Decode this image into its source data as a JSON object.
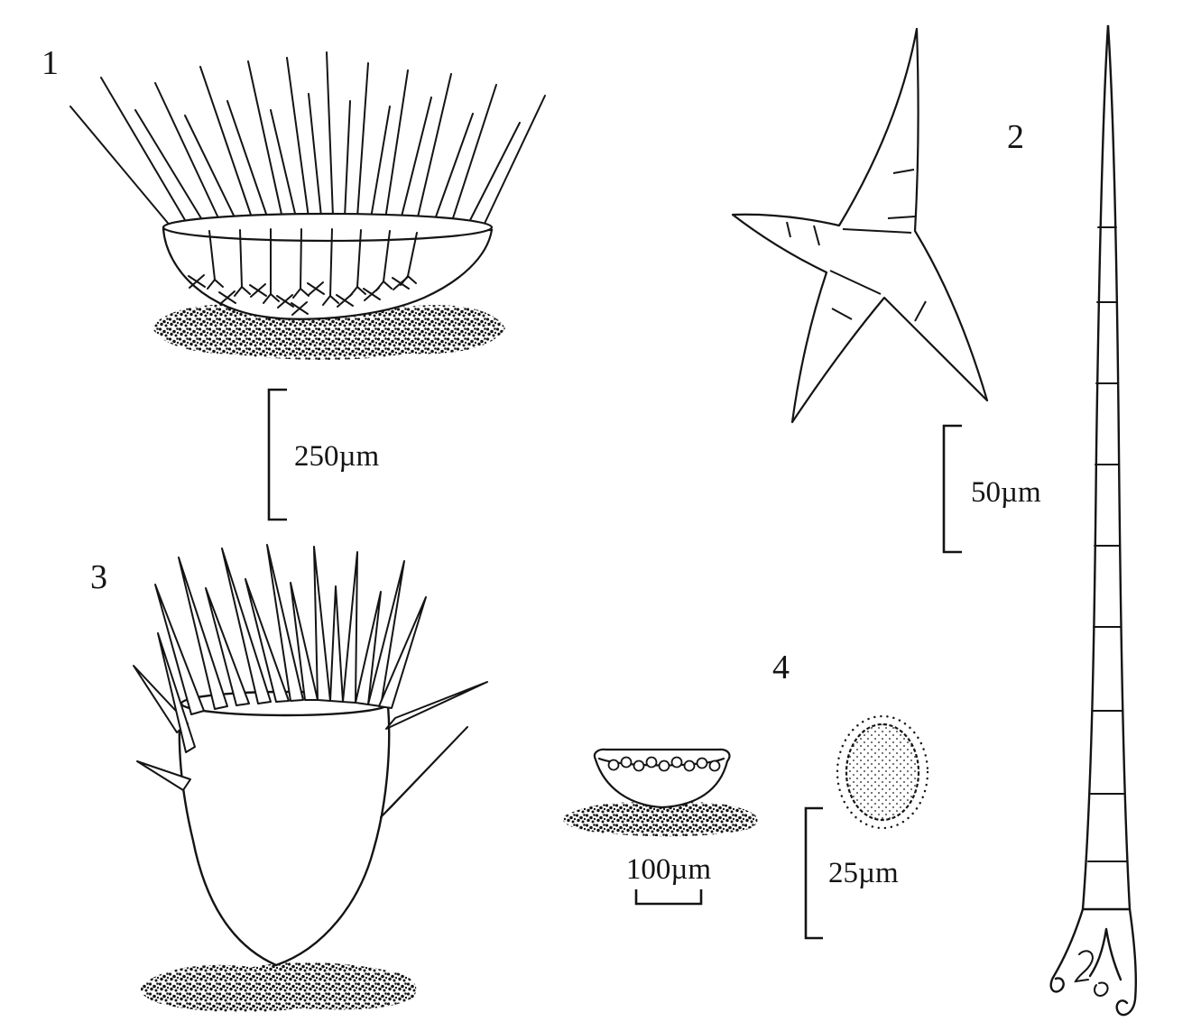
{
  "labels": {
    "fig1": "1",
    "fig2": "2",
    "fig3": "3",
    "fig4": "4"
  },
  "scalebars": {
    "fig1": "250µm",
    "fig2": "50µm",
    "fig4_cup": "100µm",
    "fig4_spore": "25µm"
  },
  "colors": {
    "ink": "#141414",
    "paper": "#ffffff"
  }
}
